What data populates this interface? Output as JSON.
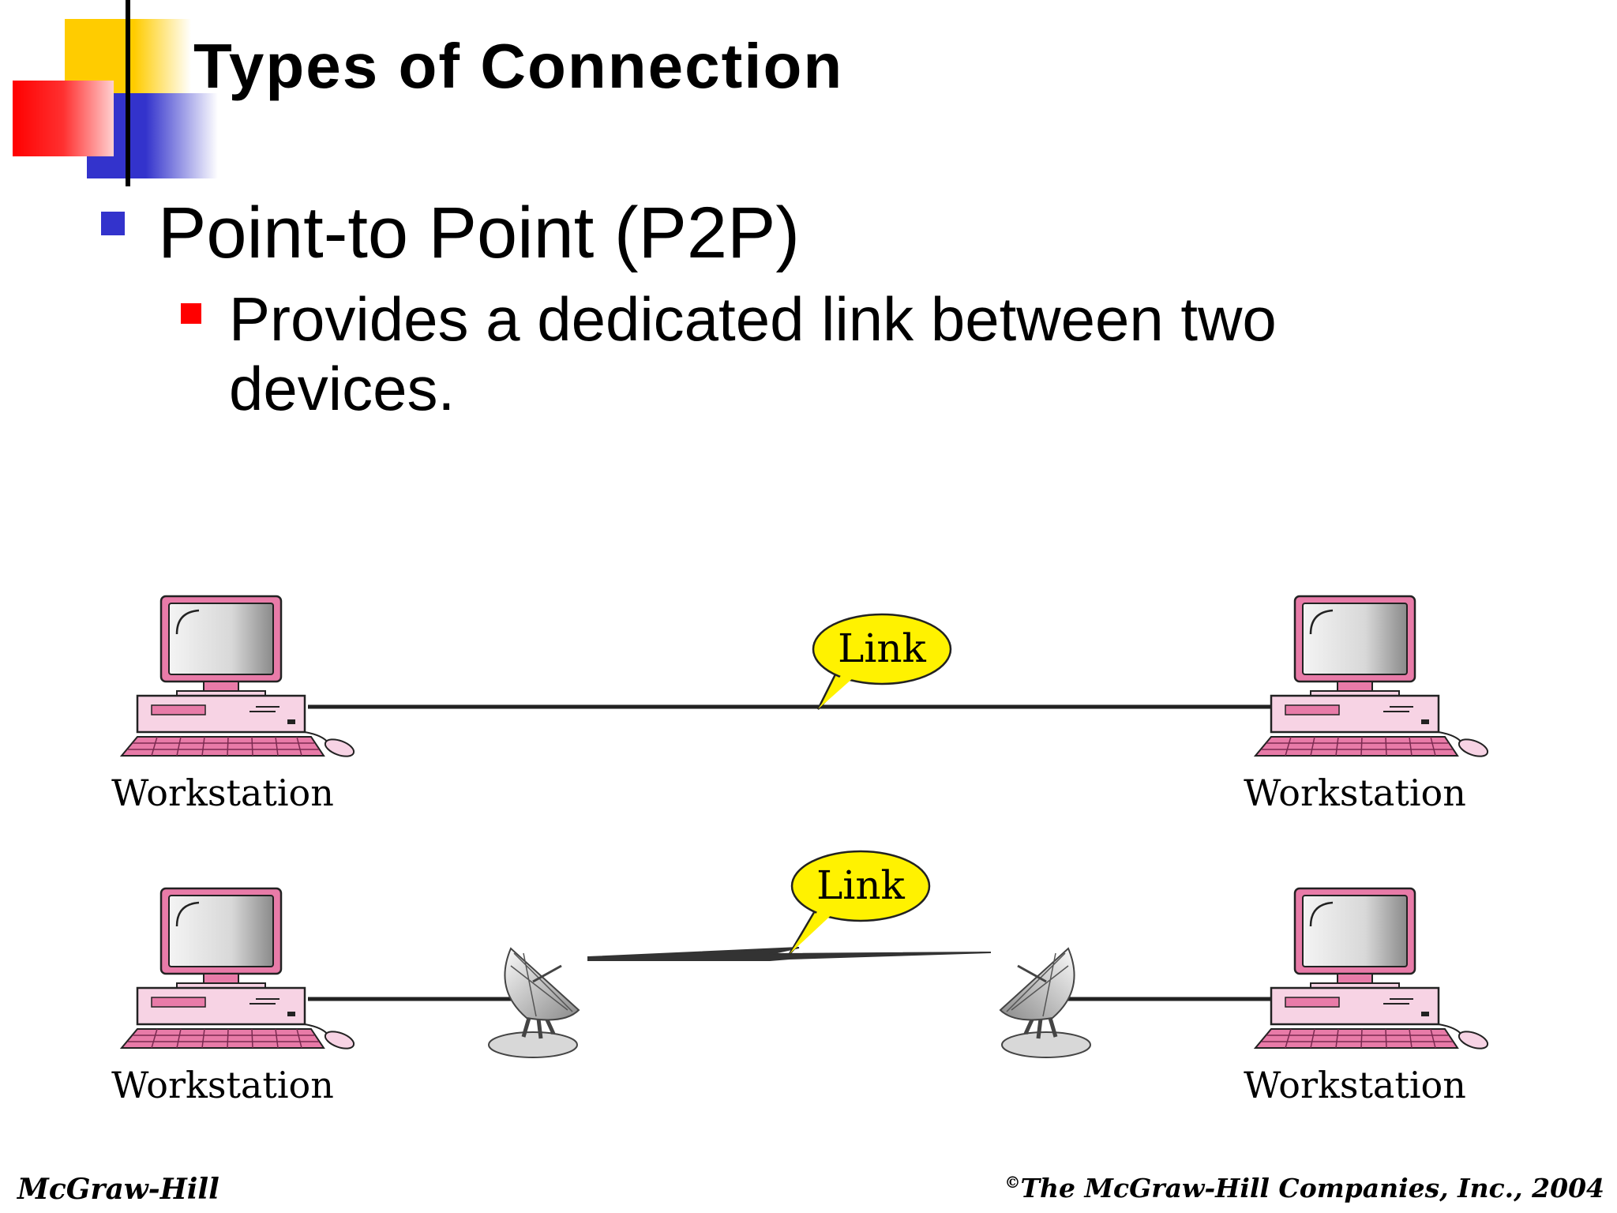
{
  "slide": {
    "title": "Types of Connection",
    "bullet_level1": "Point-to Point (P2P)",
    "bullet_level2": "Provides a dedicated link between two devices."
  },
  "diagram": {
    "link_label_wired": "Link",
    "link_label_wireless": "Link",
    "top_left_label": "Workstation",
    "top_right_label": "Workstation",
    "bottom_left_label": "Workstation",
    "bottom_right_label": "Workstation"
  },
  "footer": {
    "publisher": "McGraw-Hill",
    "copyright_symbol": "©",
    "copyright_text": "The McGraw-Hill Companies, Inc., 2004"
  },
  "colors": {
    "accent_blue": "#3333CC",
    "accent_red": "#FF0000",
    "accent_yellow": "#FFCC00",
    "computer_pink": "#E87BA8",
    "computer_light": "#F7D3E4",
    "link_bubble": "#FFF200"
  }
}
